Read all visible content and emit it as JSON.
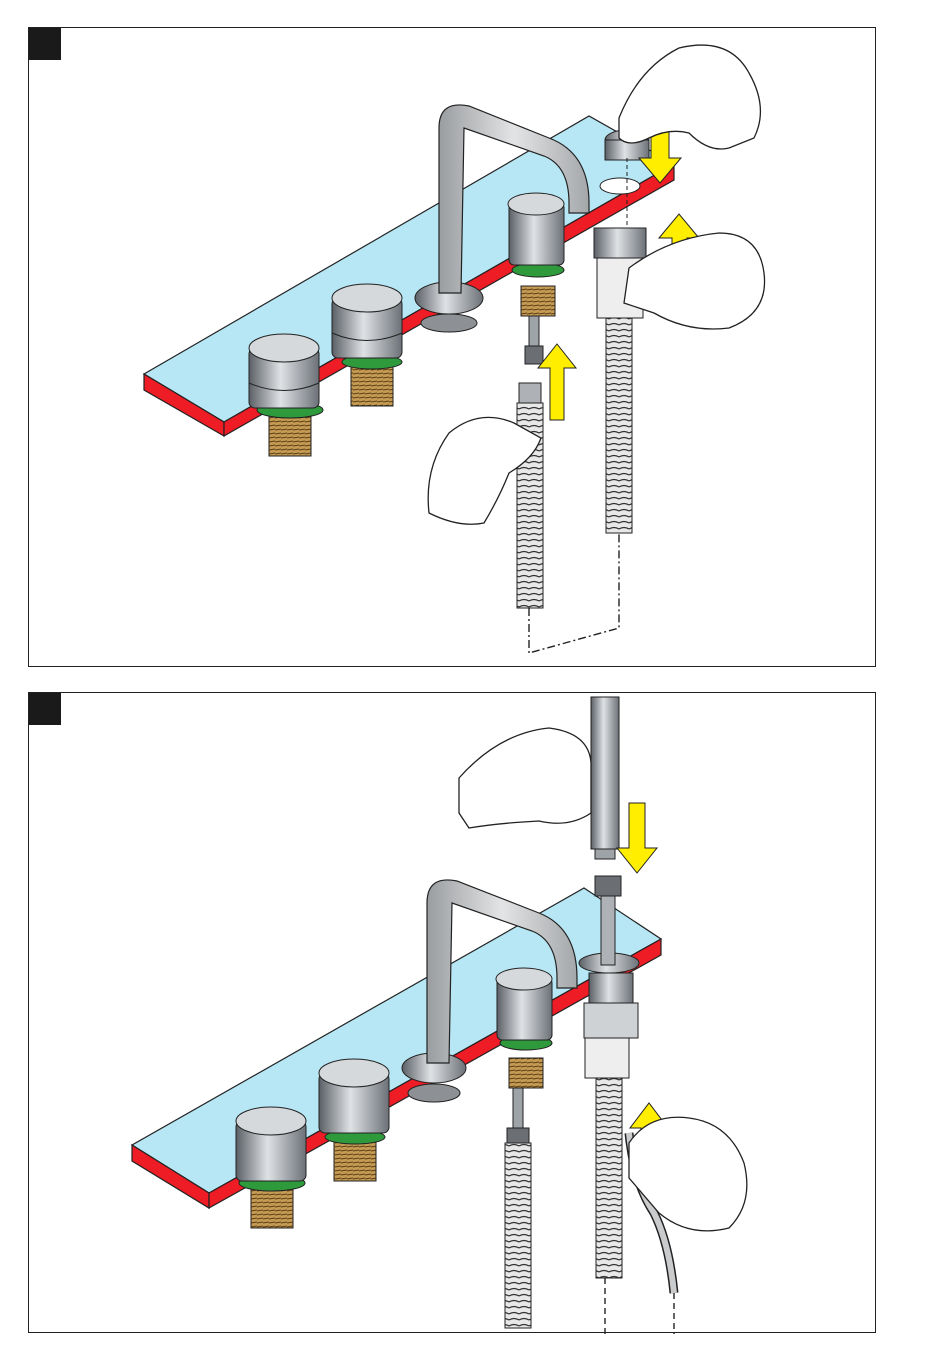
{
  "document": {
    "type": "installation-instructions",
    "steps": [
      {
        "label": "",
        "illustration": "deck-mounted-bath-mixer-connect-hoses",
        "arrows": [
          "arrow-down",
          "arrow-up",
          "arrow-up"
        ]
      },
      {
        "label": "",
        "illustration": "insert-hand-shower-and-pull-hose",
        "arrows": [
          "arrow-down",
          "arrow-up"
        ]
      }
    ]
  },
  "colors": {
    "deck_top": "#b7e6f4",
    "deck_side": "#ee1c25",
    "arrow": "#ffee00",
    "washer": "#2e9a3c",
    "thread": "#c49a55",
    "chrome": "#9ea3a8",
    "spout": "#c6c8ca"
  }
}
